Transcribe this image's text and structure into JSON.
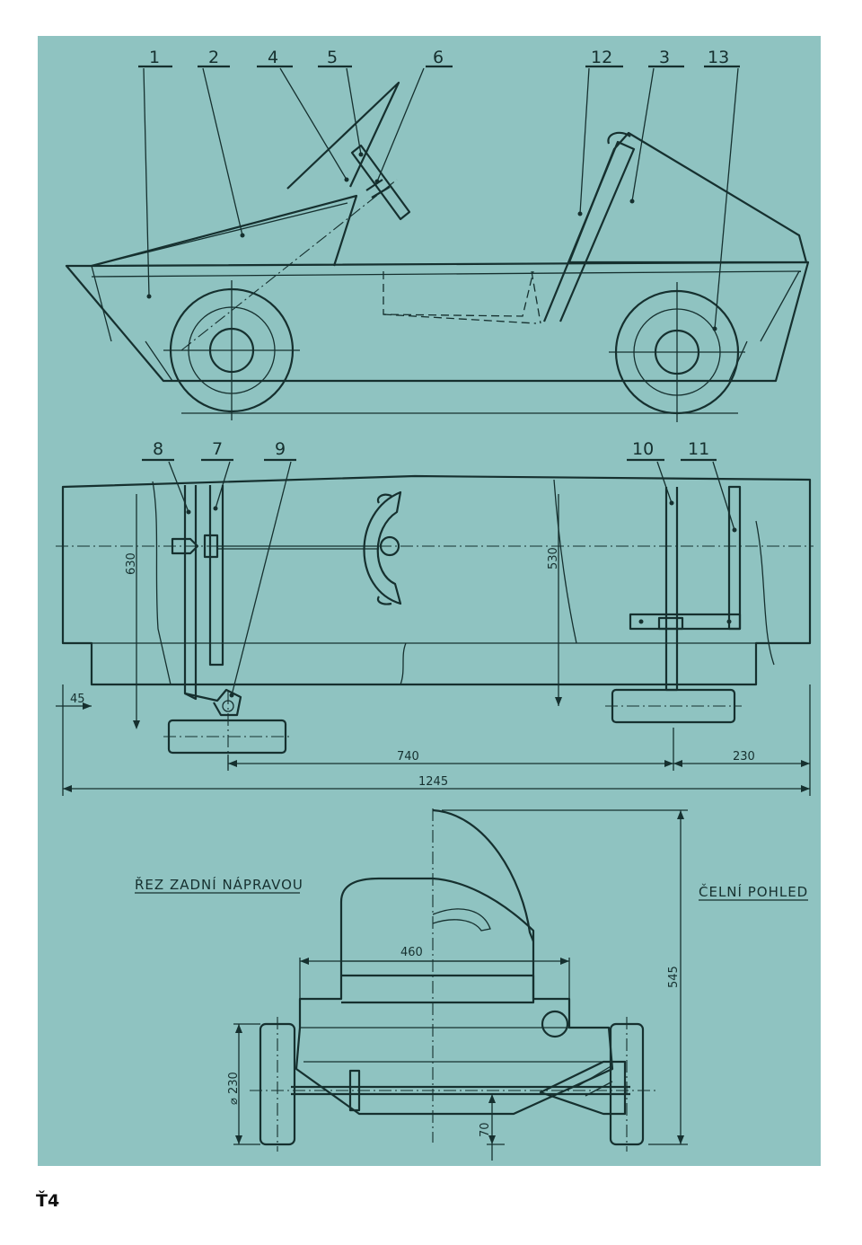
{
  "part_numbers": {
    "p1": "1",
    "p2": "2",
    "p4": "4",
    "p5": "5",
    "p6": "6",
    "p12": "12",
    "p3": "3",
    "p13": "13",
    "p8": "8",
    "p7": "7",
    "p9": "9",
    "p10": "10",
    "p11": "11"
  },
  "dimensions": {
    "d630": "630",
    "d530": "530",
    "d45": "45",
    "d740": "740",
    "d230": "230",
    "d1245": "1245",
    "d460": "460",
    "d545": "545",
    "d_wheel": "⌀ 230",
    "d70": "70"
  },
  "view_titles": {
    "rear_axle_section": "ŘEZ ZADNÍ NÁPRAVOU",
    "front_view": "ČELNÍ POHLED"
  },
  "page_number": "Ť4",
  "colors": {
    "sheet": "#8fc3c1",
    "ink": "#16302f"
  }
}
